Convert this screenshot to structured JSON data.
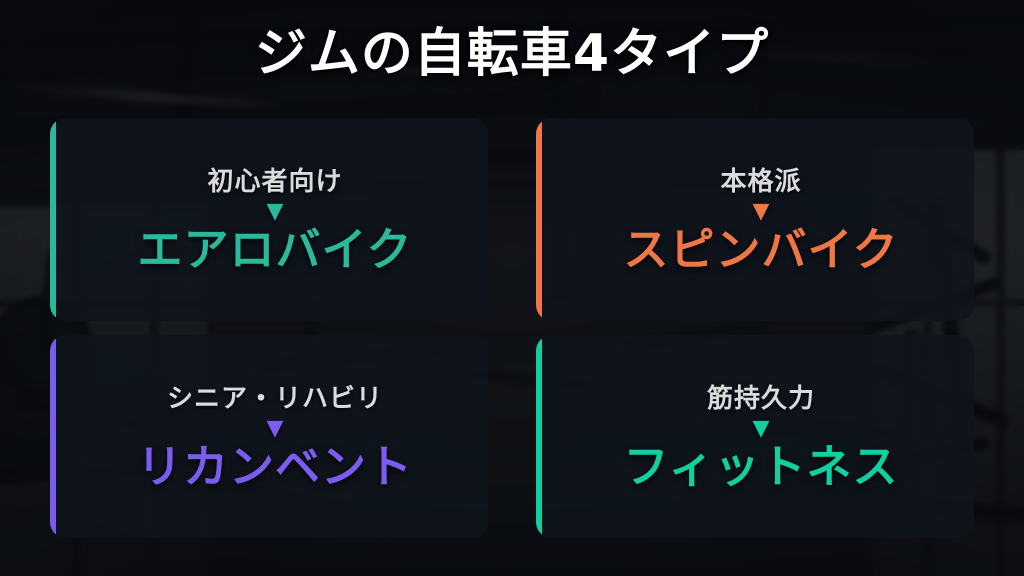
{
  "header": {
    "title": "ジムの自転車4タイプ"
  },
  "theme": {
    "title_color": "#ffffff",
    "label_color": "#d9dbdf",
    "card_bg": "#101420",
    "page_bg": "#0c0f15"
  },
  "cards": [
    {
      "id": "aerobike",
      "label": "初心者向け",
      "arrow": "▼",
      "name": "エアロバイク",
      "accent": "#2ab99b"
    },
    {
      "id": "spinbike",
      "label": "本格派",
      "arrow": "▼",
      "name": "スピンバイク",
      "accent": "#ef7745"
    },
    {
      "id": "recumbent",
      "label": "シニア・リハビリ",
      "arrow": "▼",
      "name": "リカンベント",
      "accent": "#7b5cf0"
    },
    {
      "id": "fitnessbike",
      "label": "筋持久力",
      "arrow": "▼",
      "name": "フィットネス",
      "accent": "#10cfa0"
    }
  ]
}
